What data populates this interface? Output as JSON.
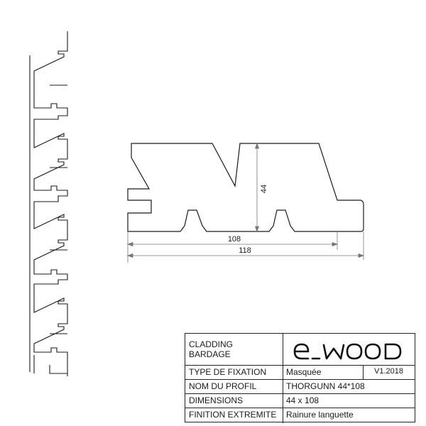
{
  "title_block": {
    "cladding": "CLADDING",
    "bardage": "BARDAGE",
    "brand": "e_wood",
    "rows": [
      {
        "label": "TYPE DE FIXATION",
        "value": "Masquée",
        "extra": "V1.2018"
      },
      {
        "label": "NOM DU PROFIL",
        "value": "THORGUNN 44*108"
      },
      {
        "label": "DIMENSIONS",
        "value": "44 x 108"
      },
      {
        "label": "FINITION EXTREMITE",
        "value": "Rainure languette"
      }
    ]
  },
  "dimensions": {
    "height": "44",
    "covering_width": "108",
    "total_width": "118"
  }
}
